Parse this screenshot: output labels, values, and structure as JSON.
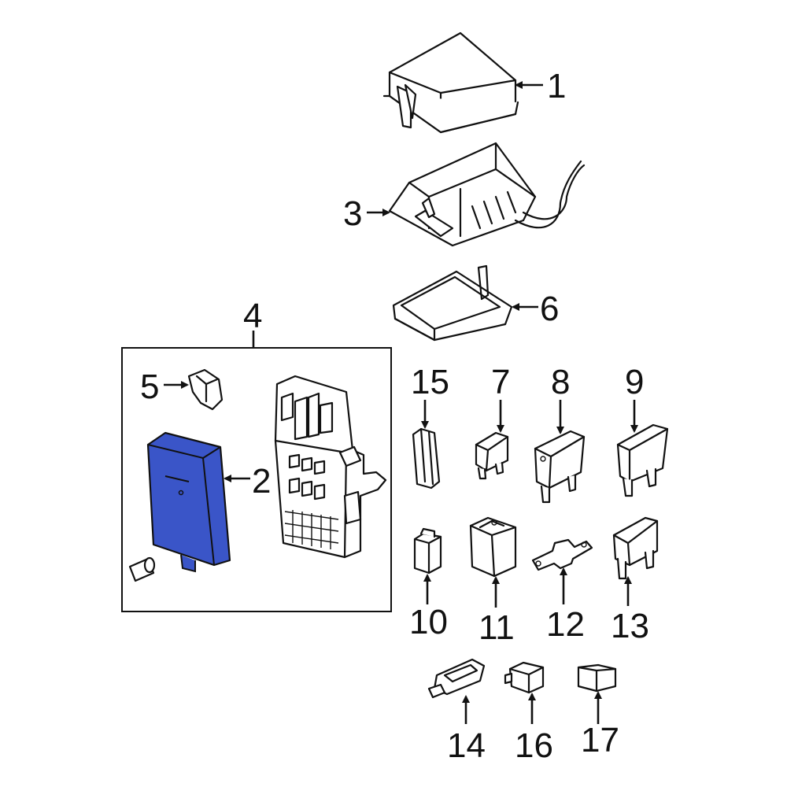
{
  "diagram": {
    "callouts": {
      "c1": "1",
      "c2": "2",
      "c3": "3",
      "c4": "4",
      "c5": "5",
      "c6": "6",
      "c7": "7",
      "c8": "8",
      "c9": "9",
      "c10": "10",
      "c11": "11",
      "c12": "12",
      "c13": "13",
      "c14": "14",
      "c15": "15",
      "c16": "16",
      "c17": "17"
    },
    "colors": {
      "highlight_fill": "#3a55c8",
      "line": "#111111",
      "background": "#ffffff"
    }
  }
}
